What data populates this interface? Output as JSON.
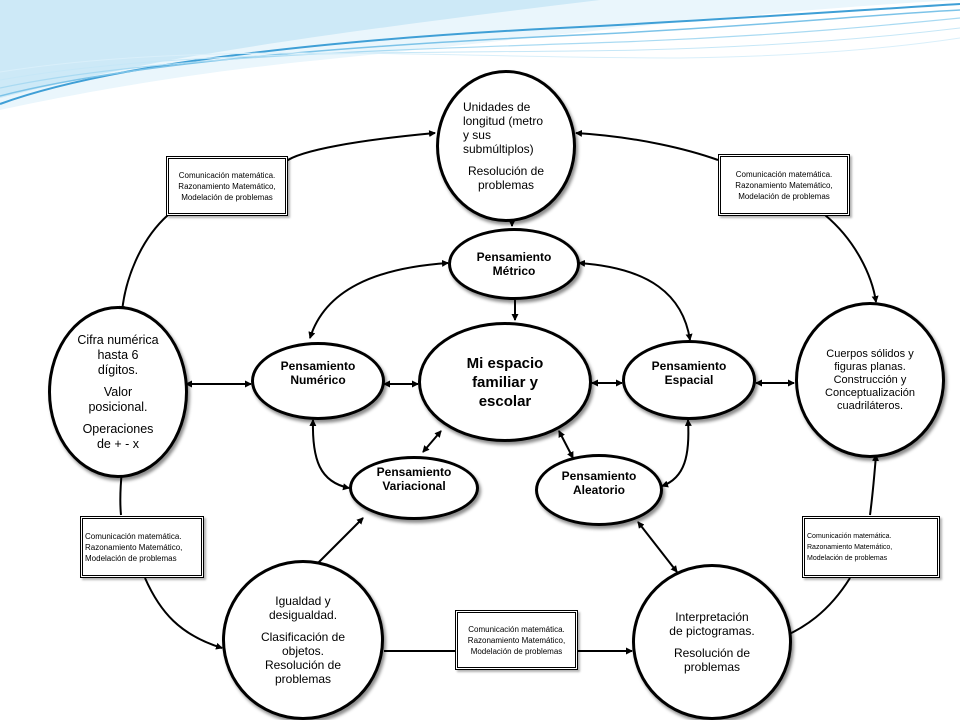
{
  "colors": {
    "wave_light": "#e6f4fb",
    "wave_mid": "#9fd3ee",
    "wave_dark": "#3f9fd6",
    "line": "#000000"
  },
  "center": {
    "label": "Mi espacio familiar y escolar"
  },
  "pensamientos": {
    "metrico": "Pensamiento Métrico",
    "numerico": "Pensamiento Numérico",
    "espacial": "Pensamiento Espacial",
    "variacional": "Pensamiento Variacional",
    "aleatorio": "Pensamiento Aleatorio"
  },
  "contents": {
    "top": {
      "line1": "Unidades de\nlongitud (metro\ny sus\nsubmúltiplos)",
      "line2": "Resolución de\nproblemas"
    },
    "left": {
      "line1": "Cifra numérica\nhasta 6\ndígitos.",
      "line2": "Valor\nposicional.",
      "line3": "Operaciones\nde + - x"
    },
    "right": {
      "line1": "Cuerpos sólidos y\nfiguras planas.\nConstrucción y\nConceptualización\ncuadriláteros."
    },
    "bottom_left": {
      "line1": "Igualdad y\ndesigualdad.",
      "line2": "Clasificación de\nobjetos.\nResolución de\nproblemas"
    },
    "bottom_right": {
      "line1": "Interpretación\nde pictogramas.",
      "line2": "Resolución de\nproblemas"
    }
  },
  "process_boxes": [
    {
      "l1": "Comunicación matemática.",
      "l2": "Razonamiento Matemático,",
      "l3": "Modelación de problemas"
    },
    {
      "l1": "Comunicación matemática.",
      "l2": "Razonamiento Matemático,",
      "l3": "Modelación de problemas"
    },
    {
      "l1": "Comunicación matemática.",
      "l2": "Razonamiento Matemático,",
      "l3": "Modelación de problemas"
    },
    {
      "l1": "Comunicación matemática.",
      "l2": "Razonamiento Matemático,",
      "l3": "Modelación de problemas"
    },
    {
      "l1": "Comunicación matemática.",
      "l2": "Razonamiento Matemático,",
      "l3": "Modelación de problemas"
    }
  ]
}
